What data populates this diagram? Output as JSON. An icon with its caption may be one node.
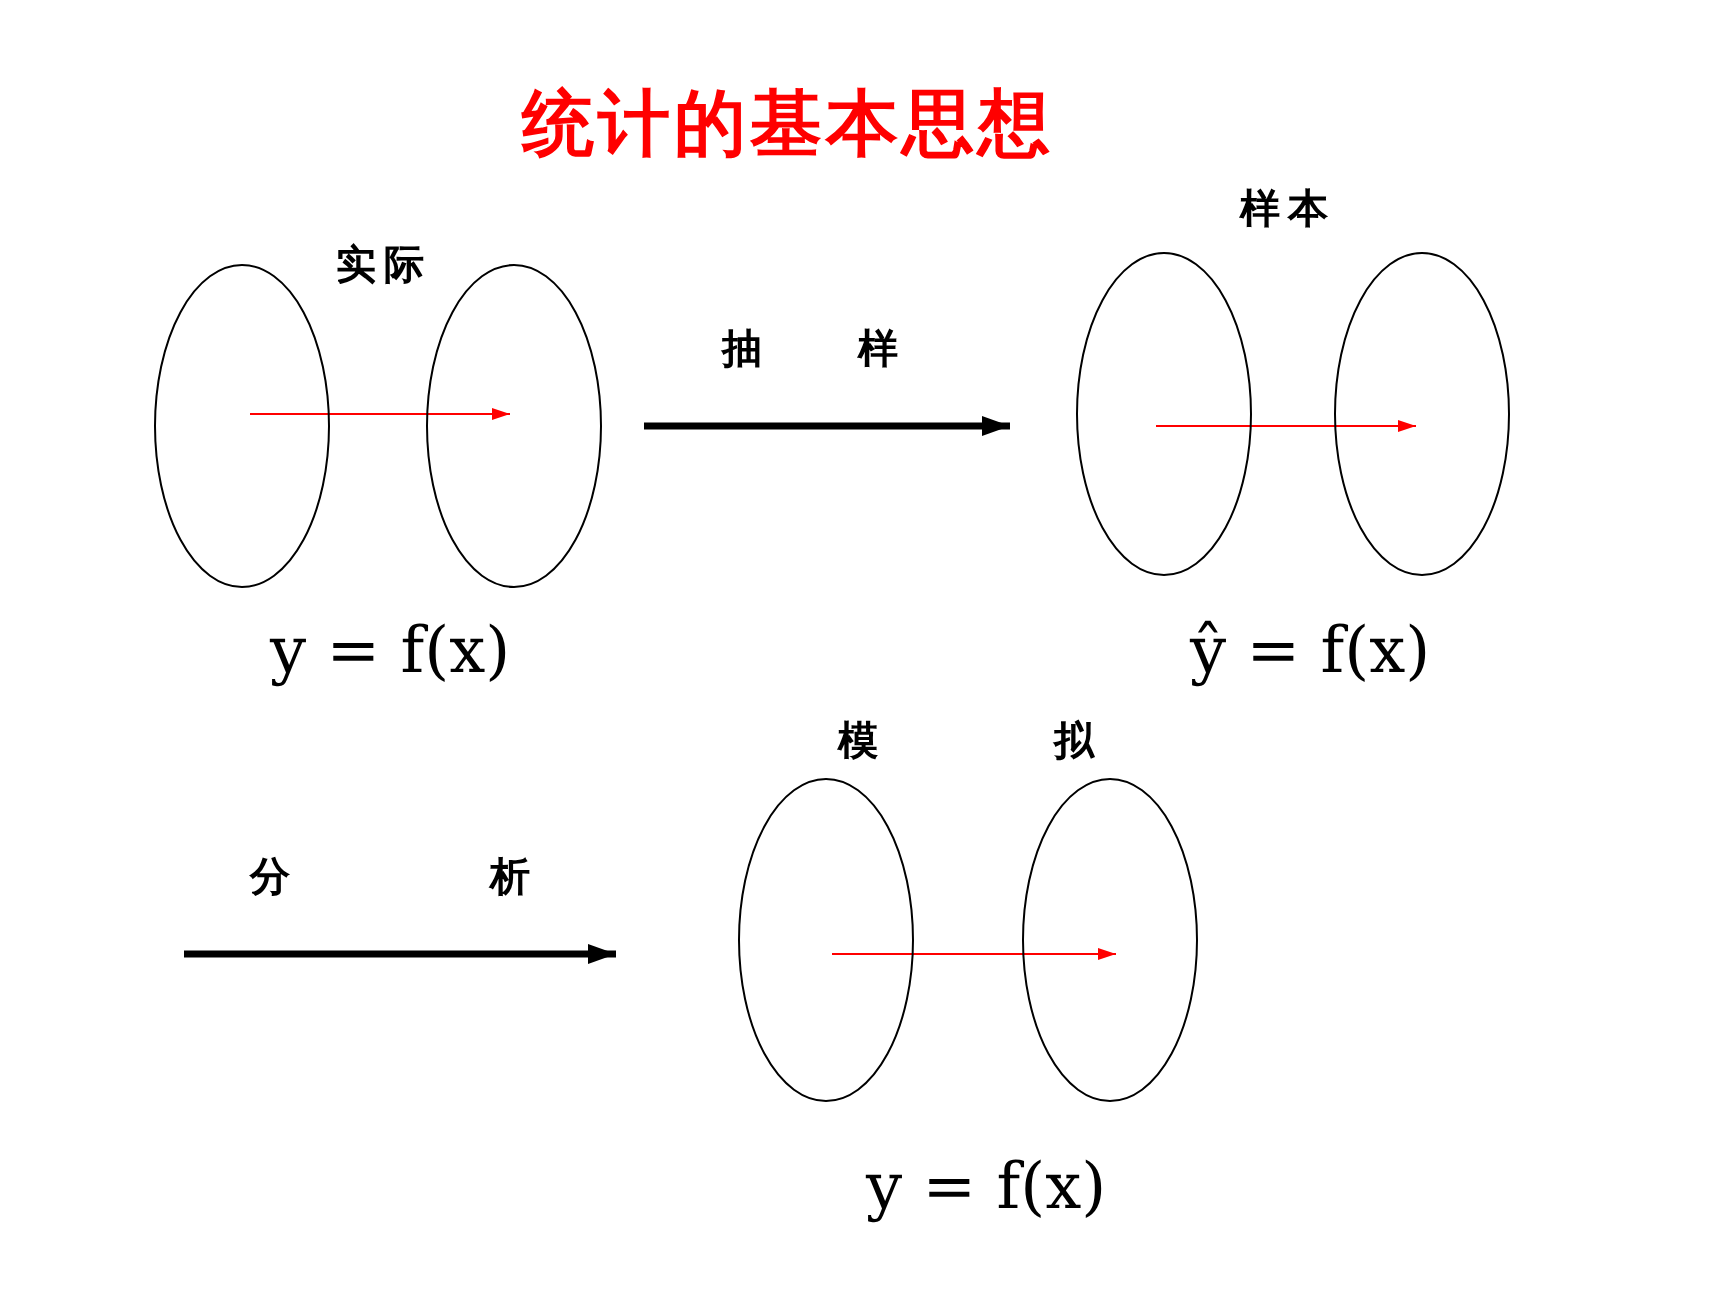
{
  "diagram": {
    "title": "统计的基本思想",
    "nodes": [
      {
        "text": [],
        "shape": "ellipse"
      },
      {
        "text": [],
        "shape": "ellipse"
      },
      {
        "text": [],
        "shape": "ellipse"
      },
      {
        "text": [],
        "shape": "ellipse"
      },
      {
        "text": [],
        "shape": "ellipse"
      },
      {
        "text": [],
        "shape": "ellipse"
      }
    ],
    "edges": [
      {
        "from": 0,
        "to": 1,
        "arrow": "to"
      },
      {
        "from": 2,
        "to": 3,
        "arrow": "to"
      },
      {
        "from": 4,
        "to": 5,
        "arrow": "to"
      },
      {
        "from": 1,
        "to": 2,
        "arrow": "to",
        "label": "抽样",
        "style": "thick",
        "color": "#000000"
      },
      {
        "from": null,
        "to": 4,
        "arrow": "to",
        "label": "分析",
        "style": "thick",
        "color": "#000000"
      }
    ],
    "labels": [
      "实际",
      "y = f(x)",
      "样本",
      "ŷ = f(x)",
      "模拟",
      "y = f(x)"
    ]
  }
}
